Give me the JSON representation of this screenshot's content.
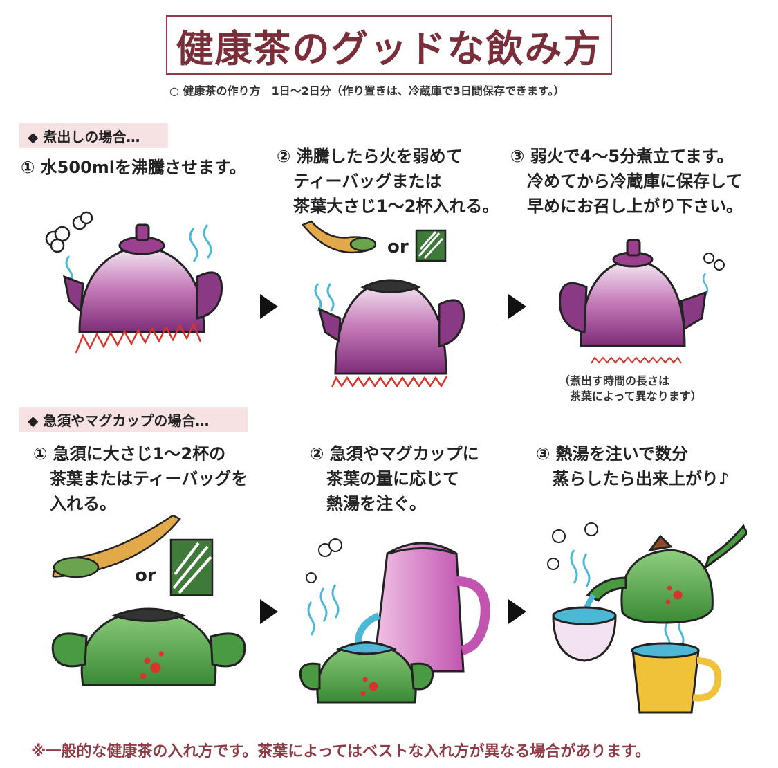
{
  "title": "健康茶のグッドな飲み方",
  "subtitle": "○ 健康茶の作り方　1日～2日分（作り置きは、冷蔵庫で3日間保存できます。）",
  "section1": {
    "label": "◆ 煮出しの場合…",
    "steps": [
      "① 水500mlを沸騰させます。",
      "② 沸騰したら火を弱めて\n　ティーバッグまたは\n　茶葉大さじ1～2杯入れる。",
      "③ 弱火で4～5分煮立てます。\n　冷めてから冷蔵庫に保存して\n　早めにお召し上がり下さい。"
    ],
    "note": "（煮出す時間の長さは\n　茶葉によって異なります）"
  },
  "section2": {
    "label": "◆ 急須やマグカップの場合…",
    "steps": [
      "① 急須に大さじ1～2杯の\n　茶葉またはティーバッグを\n　入れる。",
      "② 急須やマグカップに\n　茶葉の量に応じて\n　熱湯を注ぐ。",
      "③ 熱湯を注いで数分\n　蒸らしたら出来上がり♪"
    ]
  },
  "or_label": "or",
  "footer": "※一般的な健康茶の入れ方です。茶葉によってはベストな入れ方が異なる場合があります。",
  "colors": {
    "title": "#7a2e3a",
    "section_bg": "#f6e1e3",
    "kettle_purple": "#9b3f8f",
    "teapot_green": "#4a9a43",
    "flame_red": "#d9342b",
    "steam_blue": "#4cb8d6"
  },
  "icons": [
    "kettle-icon",
    "flame-icon",
    "steam-icon",
    "spoon-icon",
    "tea-bag-icon",
    "teapot-icon",
    "thermos-icon",
    "cup-icon",
    "mug-icon",
    "arrow-icon"
  ]
}
